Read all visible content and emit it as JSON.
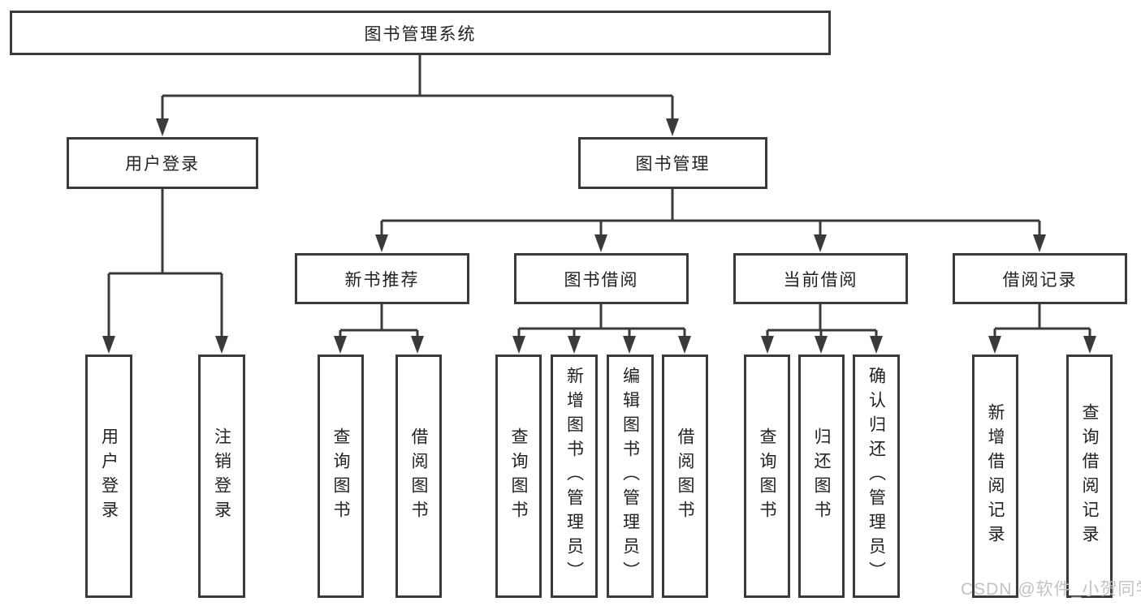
{
  "diagram": {
    "root_label": "图书管理系统",
    "level2": {
      "user_login": "用户登录",
      "book_mgmt": "图书管理"
    },
    "branches": [
      "新书推荐",
      "图书借阅",
      "当前借阅",
      "借阅记录"
    ],
    "leaves": [
      "用户登录",
      "注销登录",
      "查询图书",
      "借阅图书",
      "查询图书",
      "新增图书（管理员）",
      "编辑图书（管理员）",
      "借阅图书",
      "查询图书",
      "归还图书",
      "确认归还（管理员）",
      "新增借阅记录",
      "查询借阅记录"
    ]
  },
  "watermark": {
    "text": "CSDN @软件_小贺同学",
    "color": "#c3c3c3"
  },
  "colors": {
    "line": "#3a3a3a",
    "box_border": "#3a3a3a",
    "text": "#222222",
    "background": "#ffffff"
  }
}
